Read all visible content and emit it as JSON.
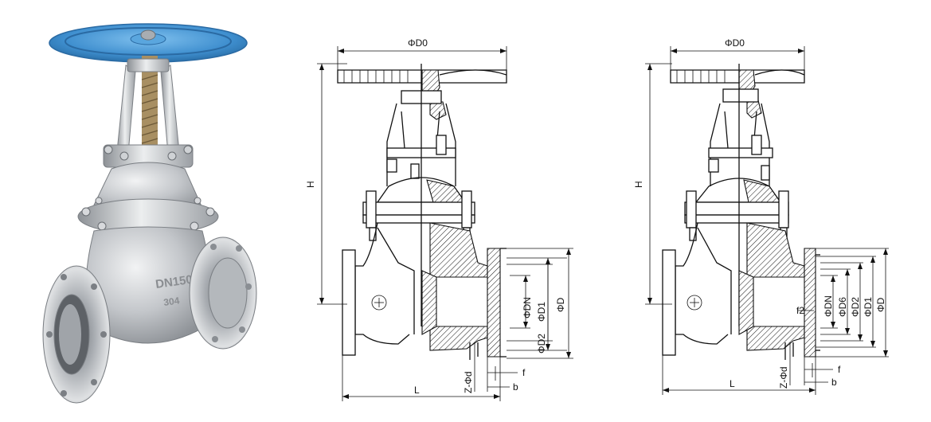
{
  "photo": {
    "casting_text": "DN150",
    "casting_text_2": "304"
  },
  "drawing_left": {
    "dims": {
      "D0": "ΦD0",
      "H": "H",
      "DN": "ΦDN",
      "D2": "ΦD2",
      "D1": "ΦD1",
      "D": "ΦD",
      "L": "L",
      "Zd": "Z-Φd",
      "f": "f",
      "b": "b"
    }
  },
  "drawing_right": {
    "dims": {
      "D0": "ΦD0",
      "H": "H",
      "DN": "ΦDN",
      "D6": "ΦD6",
      "D2": "ΦD2",
      "D1": "ΦD1",
      "D": "ΦD",
      "L": "L",
      "Zd": "Z-Φd",
      "f": "f",
      "f2": "f2",
      "b": "b"
    }
  },
  "colors": {
    "handwheel": "#3f8fcf",
    "steel": "#b9bcc0",
    "line": "#111111"
  }
}
